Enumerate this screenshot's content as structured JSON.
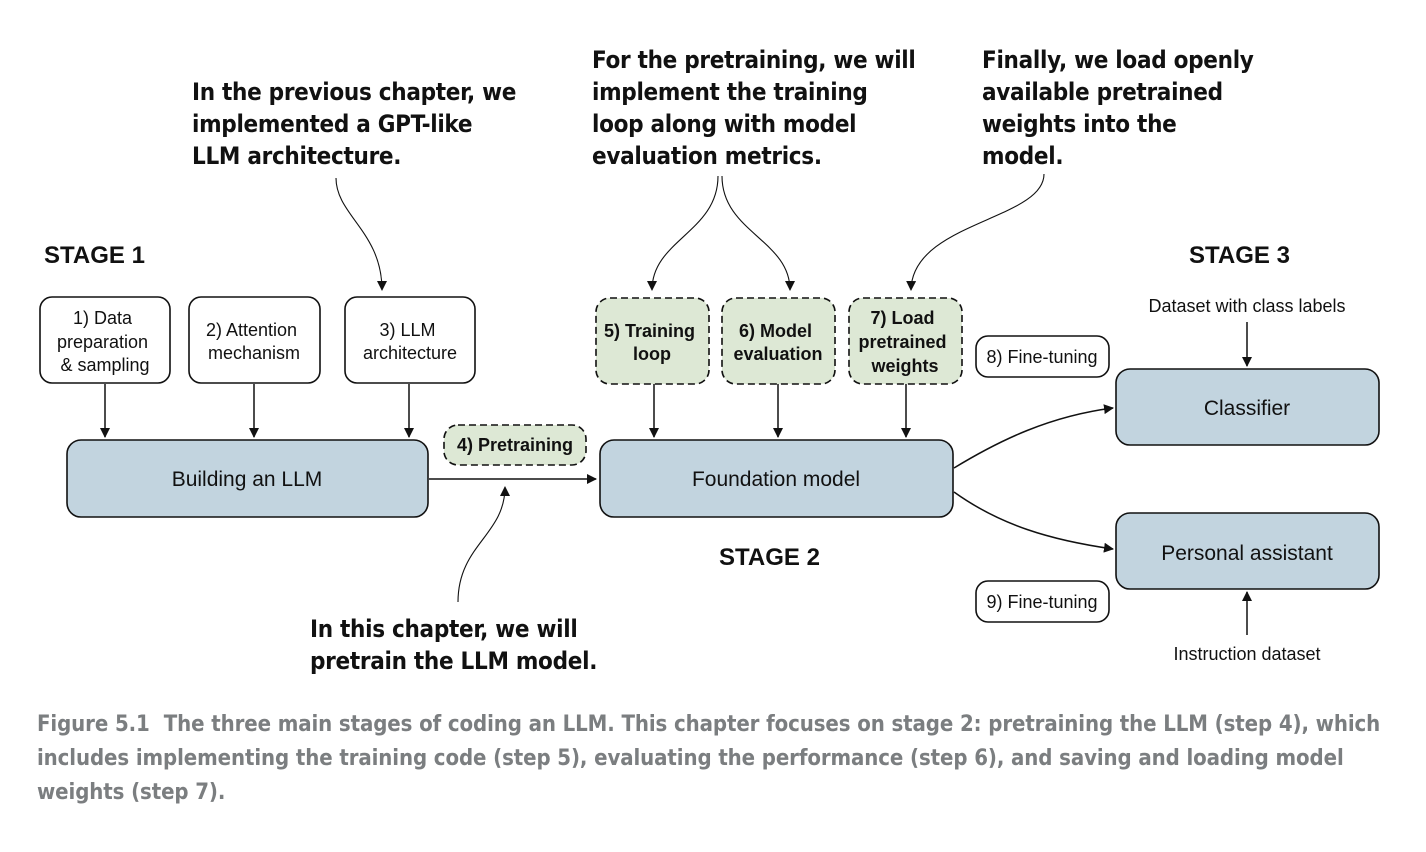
{
  "annotations": {
    "previous_chapter": [
      "In the previous chapter, we",
      "implemented a GPT-like",
      "LLM architecture."
    ],
    "pretraining_plan": [
      "For the pretraining, we will",
      "implement the training",
      "loop along with model",
      "evaluation metrics."
    ],
    "load_weights": [
      "Finally, we load openly",
      "available pretrained",
      "weights into the",
      "model."
    ],
    "this_chapter": [
      "In this chapter, we will",
      "pretrain the LLM model."
    ]
  },
  "stages": {
    "stage1": "STAGE 1",
    "stage2": "STAGE 2",
    "stage3": "STAGE 3"
  },
  "steps": {
    "step1": [
      "1) Data",
      "preparation",
      "& sampling"
    ],
    "step2": [
      "2) Attention",
      "mechanism"
    ],
    "step3": [
      "3) LLM",
      "architecture"
    ],
    "step4": "4) Pretraining",
    "step5": [
      "5) Training",
      "loop"
    ],
    "step6": [
      "6) Model",
      "evaluation"
    ],
    "step7": [
      "7) Load",
      "pretrained",
      "weights"
    ],
    "step8": "8) Fine-tuning",
    "step9": "9) Fine-tuning"
  },
  "main_boxes": {
    "building": "Building an LLM",
    "foundation": "Foundation model",
    "classifier": "Classifier",
    "assistant": "Personal assistant"
  },
  "inputs": {
    "class_labels": "Dataset with class labels",
    "instruction": "Instruction dataset"
  },
  "caption": {
    "label": "Figure 5.1",
    "text": "The three main stages of coding an LLM. This chapter focuses on stage 2: pretraining the LLM (step 4), which includes implementing the training code (step 5), evaluating the performance (step 6), and saving and loading model weights (step 7)."
  },
  "colors": {
    "stage_box_fill": "#c2d4df",
    "stage2_step_fill": "#dde8d5",
    "caption_text": "#7b7e80"
  }
}
